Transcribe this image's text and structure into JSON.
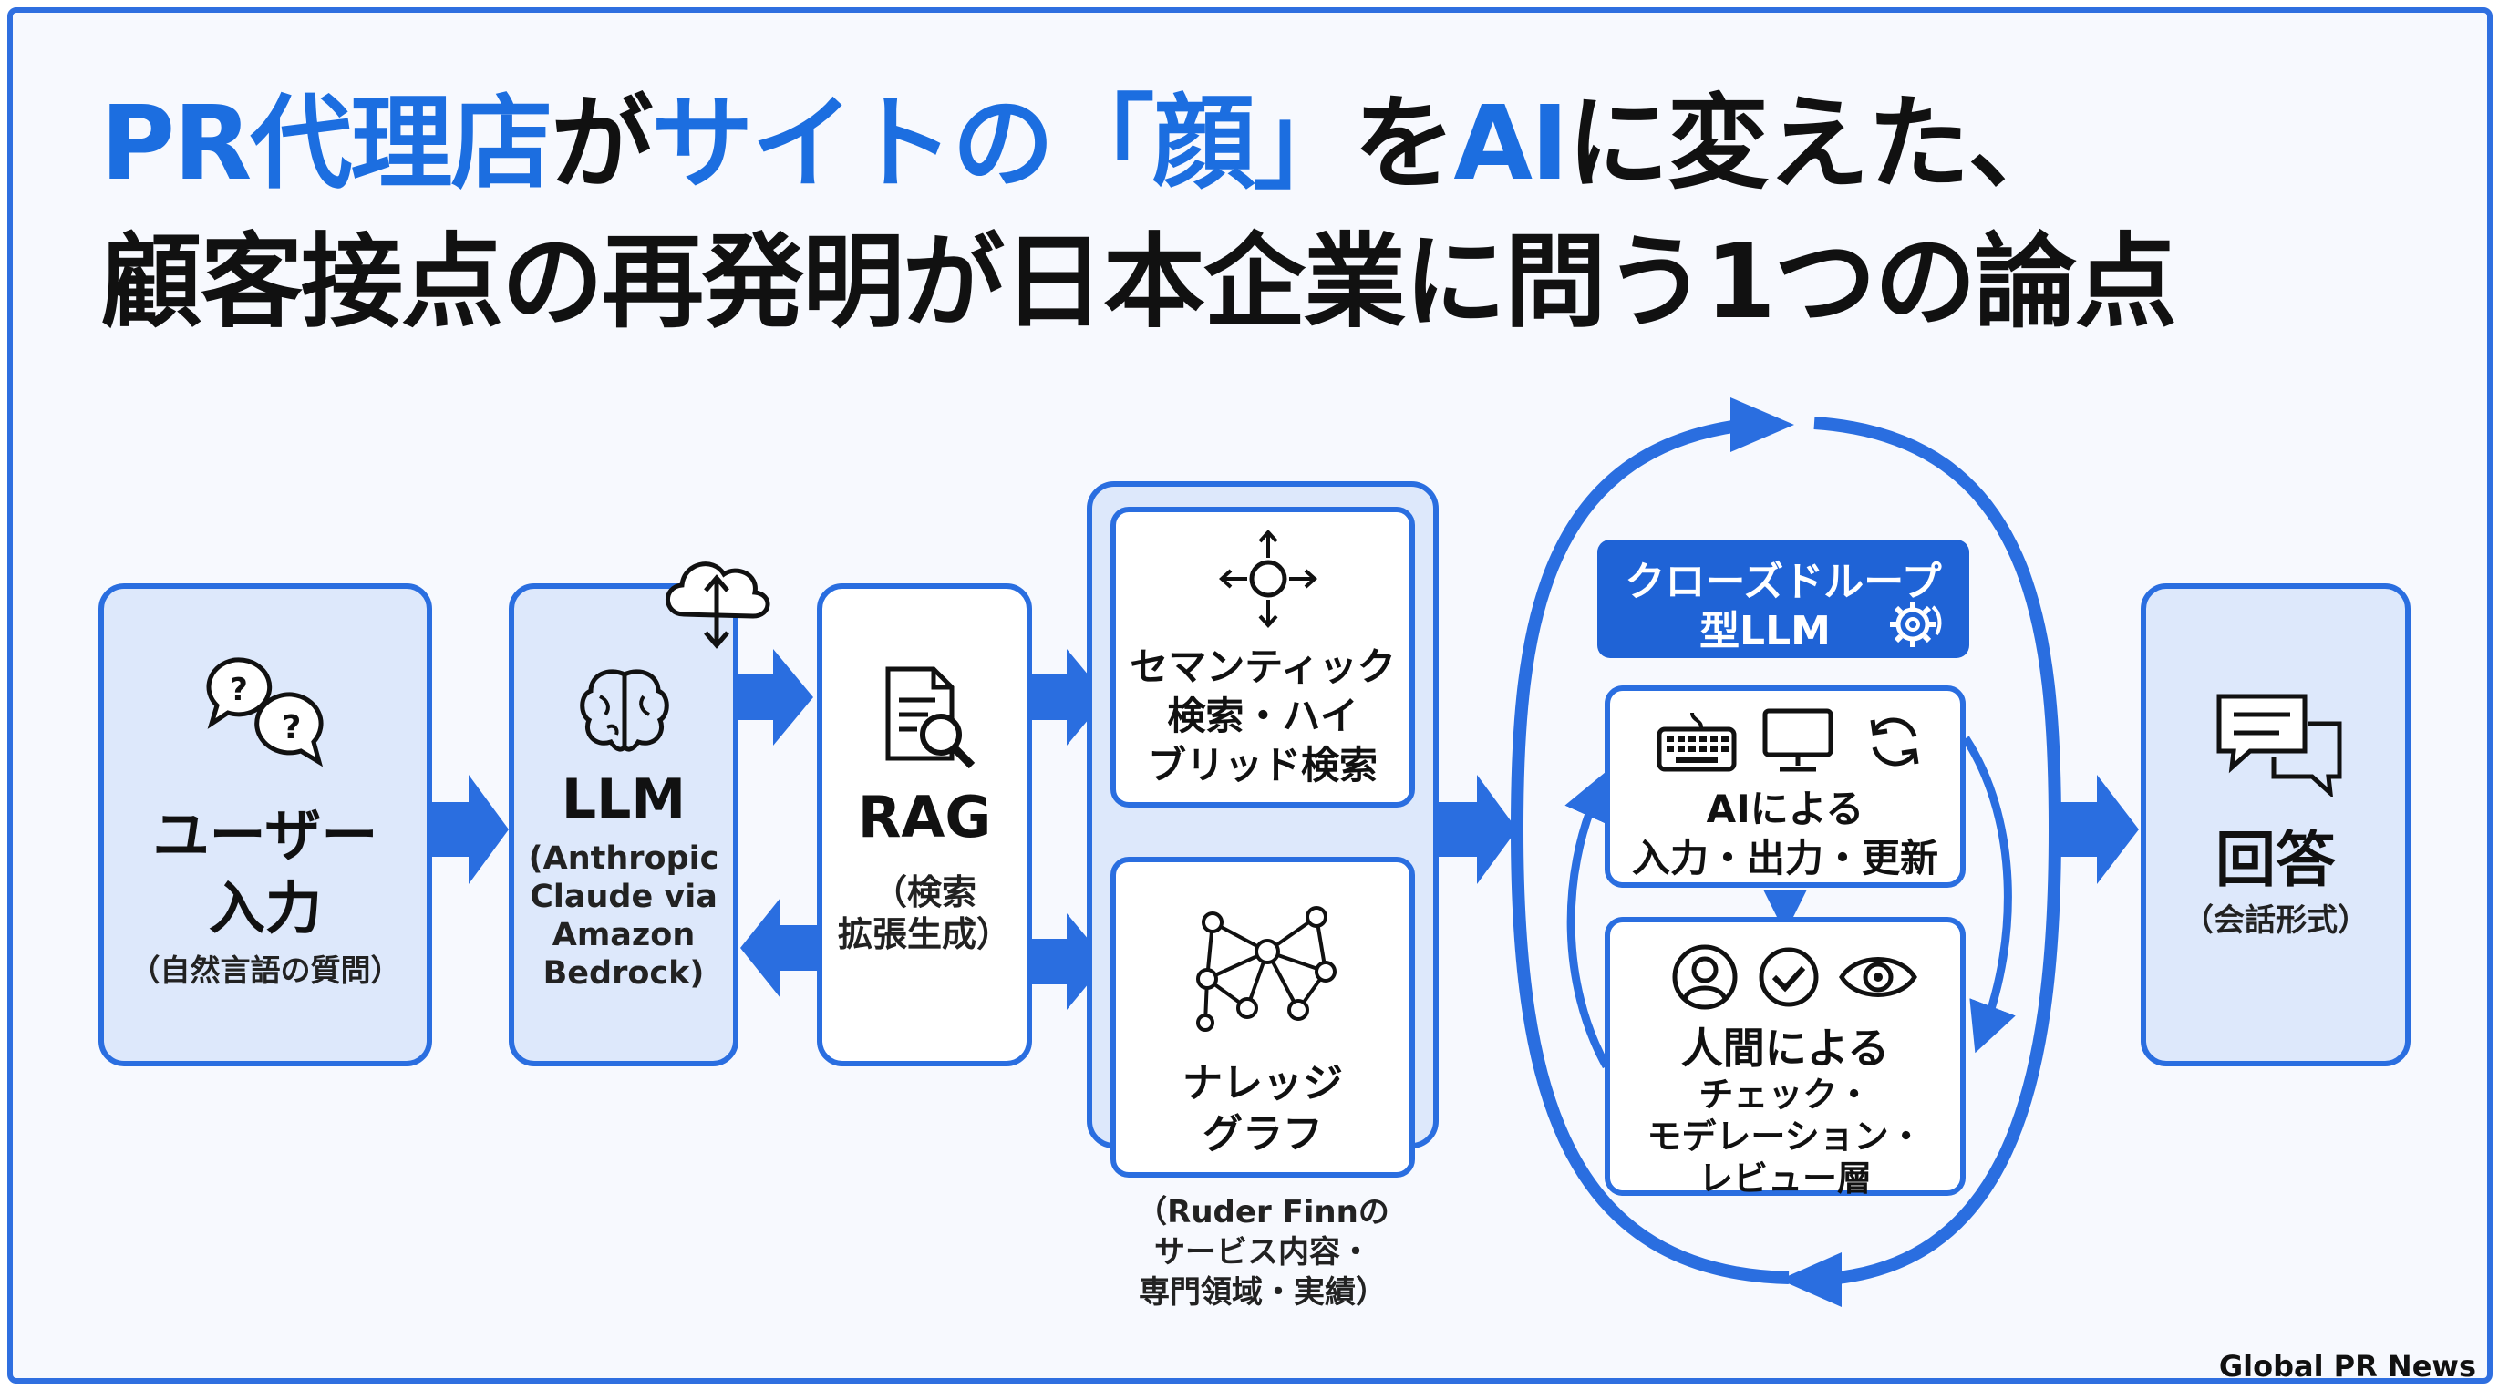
{
  "title": {
    "line1": {
      "seg1": "PR代理店",
      "seg2": "が",
      "seg3": "サイトの「顔」",
      "seg4": "を",
      "seg5": "AI",
      "seg6": "に変えた、"
    },
    "line2": "顧客接点の再発明が日本企業に問う1つの論点"
  },
  "nodes": {
    "user": {
      "label1": "ユーザー",
      "label2": "入力",
      "sub": "（自然言語の質問）"
    },
    "llm": {
      "label": "LLM",
      "sub": [
        "(Anthropic",
        "Claude via",
        "Amazon",
        "Bedrock)"
      ]
    },
    "rag": {
      "label": "RAG",
      "sub": [
        "（検索",
        "拡張生成）"
      ]
    },
    "semantic": {
      "label": [
        "セマンティック",
        "検索・ハイ",
        "ブリッド検索"
      ]
    },
    "knowledge": {
      "label": [
        "ナレッジ",
        "グラフ"
      ]
    },
    "knowledge_note": [
      "（Ruder Finnの",
      "サービス内容・",
      "専門領域・実績）"
    ],
    "closed_loop": {
      "title": [
        "クローズドループ",
        "型LLM"
      ]
    },
    "ai_io": {
      "label": [
        "AIによる",
        "入力・出力・更新"
      ]
    },
    "human": {
      "label": [
        "人間による",
        "チェック・",
        "モデレーション・",
        "レビュー層"
      ]
    },
    "answer": {
      "label": "回答",
      "sub": "（会話形式）"
    }
  },
  "footer": "Global PR News",
  "colors": {
    "accent": "#1c6ee0",
    "border": "#2a6ee0",
    "tint": "#dde8fb",
    "pill": "#1f63d6"
  }
}
